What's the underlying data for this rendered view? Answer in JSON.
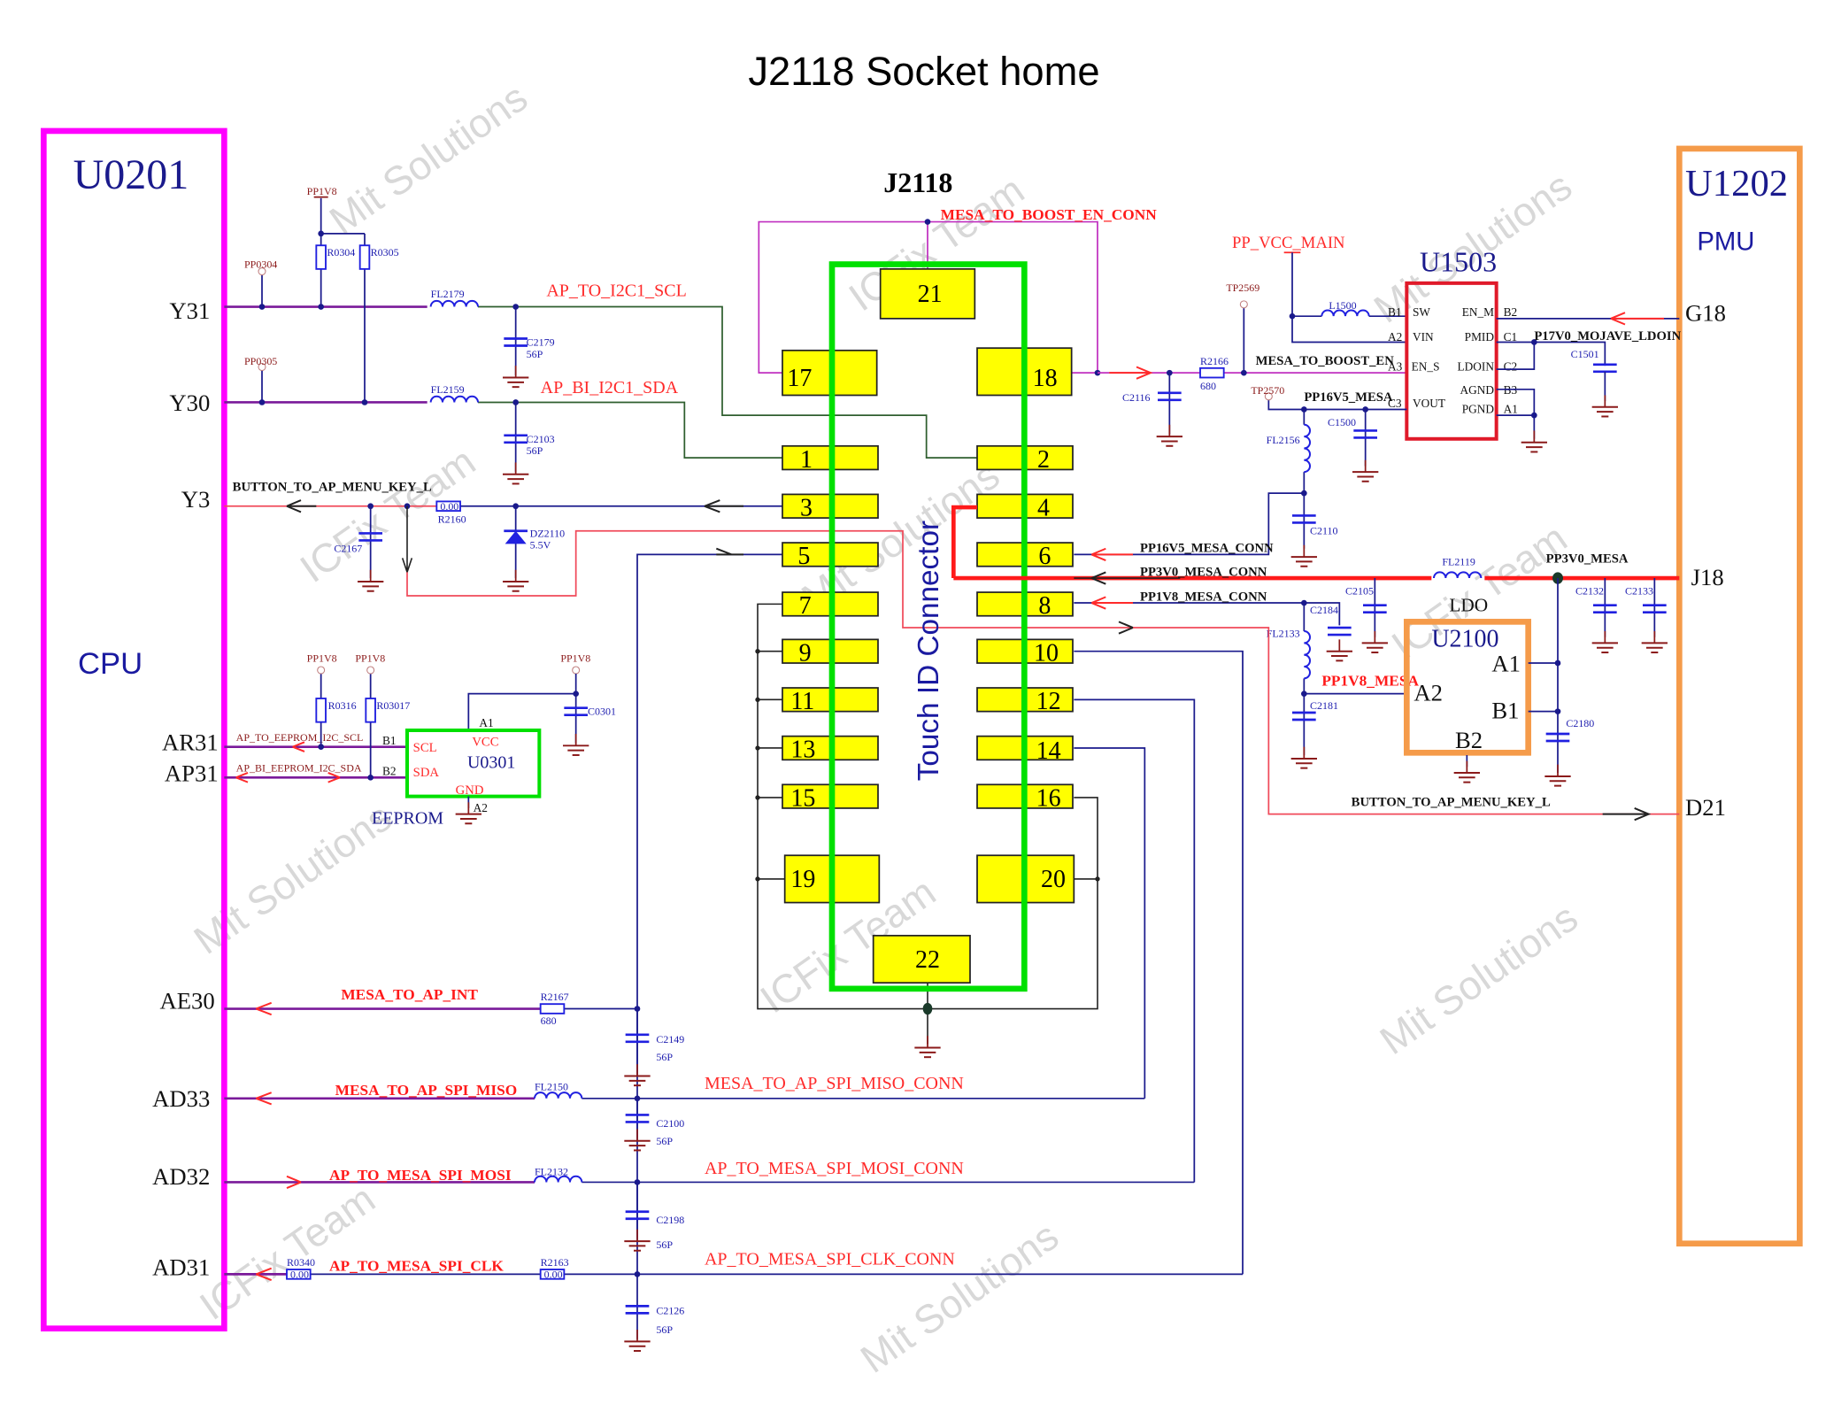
{
  "title": "J2118 Socket home",
  "watermarks": [
    "Mit Solutions",
    "ICFix Team"
  ],
  "colors": {
    "cpu_box": "#ff00ff",
    "pmu_box": "#f59b4a",
    "connector_box": "#00e000",
    "pad": "#ffff00",
    "u1503_box": "#e01a2a",
    "u2100_box": "#f59b4a",
    "eeprom_box": "#00e000"
  },
  "cpu": {
    "ref": "U0201",
    "label": "CPU",
    "pins": [
      "Y31",
      "Y30",
      "Y3",
      "AR31",
      "AP31",
      "AE30",
      "AD33",
      "AD32",
      "AD31"
    ]
  },
  "pmu": {
    "ref": "U1202",
    "label": "PMU",
    "pins": [
      "G18",
      "J18",
      "D21"
    ]
  },
  "connector": {
    "ref": "J2118",
    "label": "Touch ID Connector",
    "pads": [
      "1",
      "2",
      "3",
      "4",
      "5",
      "6",
      "7",
      "8",
      "9",
      "10",
      "11",
      "12",
      "13",
      "14",
      "15",
      "16",
      "17",
      "18",
      "19",
      "20",
      "21",
      "22"
    ]
  },
  "eeprom": {
    "ref": "U0301",
    "label": "EEPROM",
    "pins": {
      "scl": "SCL",
      "sda": "SDA",
      "vcc": "VCC",
      "gnd": "GND",
      "b1": "B1",
      "b2": "B2",
      "a1": "A1",
      "a2": "A2"
    }
  },
  "u1503": {
    "ref": "U1503",
    "left_pins": [
      "B1",
      "A2",
      "A3",
      "C3"
    ],
    "left_names": [
      "SW",
      "VIN",
      "EN_S",
      "VOUT"
    ],
    "right_names": [
      "EN_M",
      "PMID",
      "LDOIN",
      "AGND",
      "PGND"
    ],
    "right_pins": [
      "B2",
      "C1",
      "C2",
      "B3",
      "A1"
    ]
  },
  "u2100": {
    "ref": "U2100",
    "label": "LDO",
    "pins": [
      "A1",
      "A2",
      "B1",
      "B2"
    ]
  },
  "nets": {
    "i2c_scl": "AP_TO_I2C1_SCL",
    "i2c_sda": "AP_BI_I2C1_SDA",
    "menu_key": "BUTTON_TO_AP_MENU_KEY_L",
    "eeprom_scl": "AP_TO_EEPROM_I2C_SCL",
    "eeprom_sda": "AP_BI_EEPROM_I2C_SDA",
    "int": "MESA_TO_AP_INT",
    "miso": "MESA_TO_AP_SPI_MISO",
    "mosi": "AP_TO_MESA_SPI_MOSI",
    "clk": "AP_TO_MESA_SPI_CLK",
    "miso_conn": "MESA_TO_AP_SPI_MISO_CONN",
    "mosi_conn": "AP_TO_MESA_SPI_MOSI_CONN",
    "clk_conn": "AP_TO_MESA_SPI_CLK_CONN",
    "boost_en_conn": "MESA_TO_BOOST_EN_CONN",
    "boost_en": "MESA_TO_BOOST_EN",
    "vcc_main": "PP_VCC_MAIN",
    "ldoin": "P17V0_MOJAVE_LDOIN",
    "pp16v5": "PP16V5_MESA",
    "pp16v5_conn": "PP16V5_MESA_CONN",
    "pp3v0_conn": "PP3V0_MESA_CONN",
    "pp1v8_conn": "PP1V8_MESA_CONN",
    "pp3v0": "PP3V0_MESA",
    "pp1v8_mesa": "PP1V8_MESA",
    "menu_key_pmu": "BUTTON_TO_AP_MENU_KEY_L"
  },
  "power": {
    "pp1v8": "PP1V8",
    "pp0304": "PP0304",
    "pp0305": "PP0305",
    "tp2569": "TP2569",
    "tp2570": "TP2570"
  },
  "parts": {
    "R0304": "R0304",
    "R0305": "R0305",
    "FL2179": "FL2179",
    "FL2159": "FL2159",
    "C2179": "C2179",
    "C2103": "C2103",
    "cap56": "56P",
    "R2160": "R2160",
    "r0": "0.00",
    "C2167": "C2167",
    "DZ2110": "DZ2110",
    "dz_v": "5.5V",
    "R0316": "R0316",
    "R03017": "R03017",
    "C0301": "C0301",
    "R2167": "R2167",
    "r680": "680",
    "C2149": "C2149",
    "FL2150": "FL2150",
    "C2100": "C2100",
    "FL2132": "FL2132",
    "C2198": "C2198",
    "R0340": "R0340",
    "R2163": "R2163",
    "C2126": "C2126",
    "C2116": "C2116",
    "R2166": "R2166",
    "L1500": "L1500",
    "C1501": "C1501",
    "C1500": "C1500",
    "FL2156": "FL2156",
    "C2110": "C2110",
    "FL2119": "FL2119",
    "C2105": "C2105",
    "C2132": "C2132",
    "C2133": "C2133",
    "C2184": "C2184",
    "FL2133": "FL2133",
    "C2181": "C2181",
    "C2180": "C2180"
  }
}
